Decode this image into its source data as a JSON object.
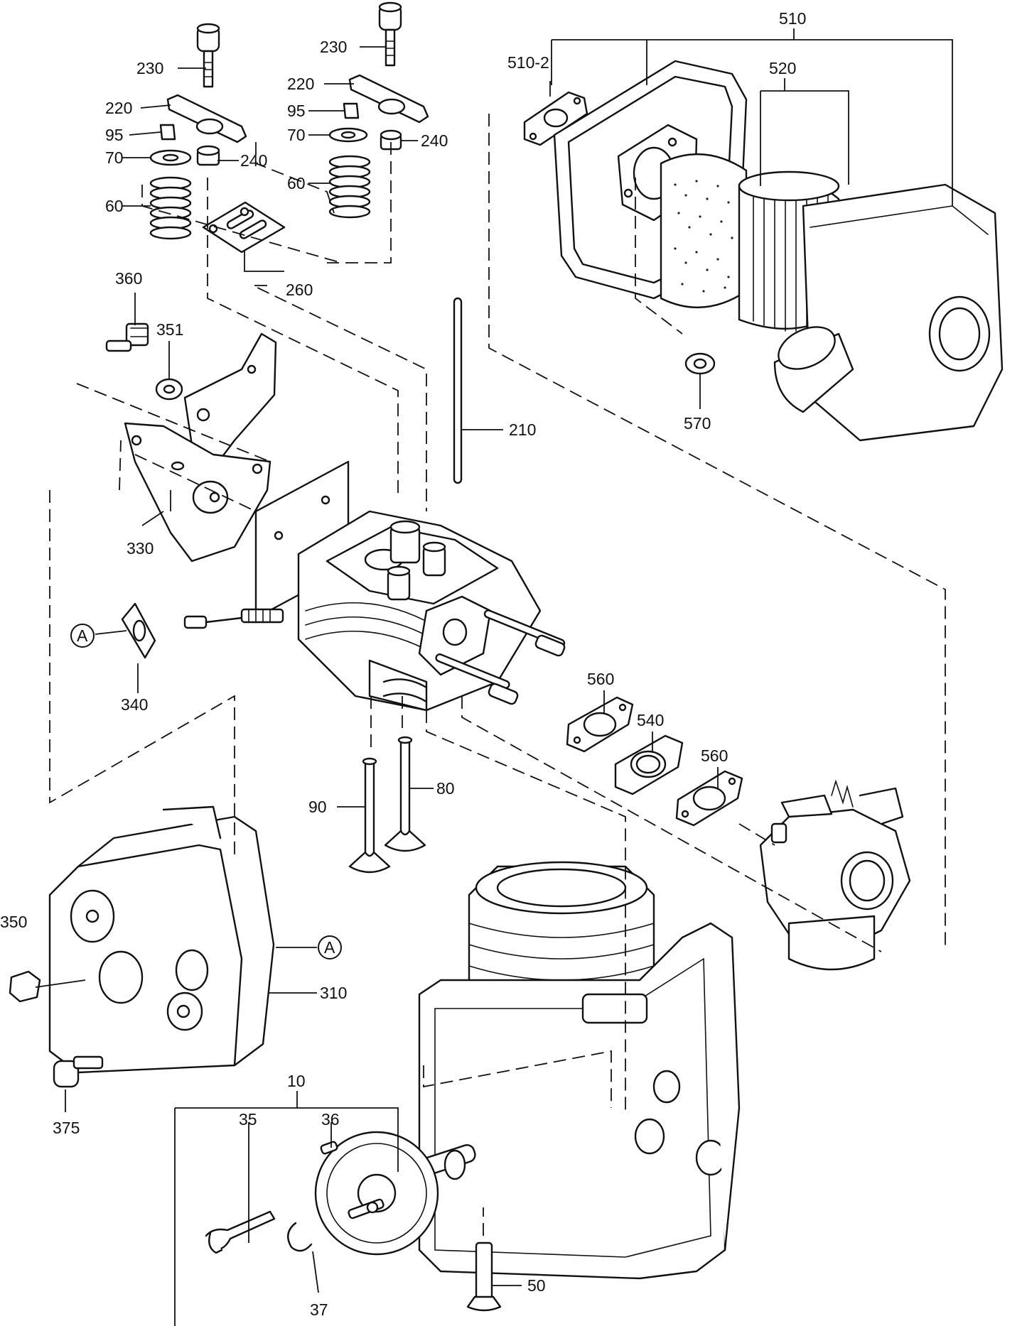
{
  "labels": {
    "p230a": "230",
    "p220a": "220",
    "p95a": "95",
    "p70a": "70",
    "p60a": "60",
    "p240a": "240",
    "p230b": "230",
    "p220b": "220",
    "p95b": "95",
    "p70b": "70",
    "p60b": "60",
    "p240b": "240",
    "p260": "260",
    "p360": "360",
    "p351": "351",
    "p330": "330",
    "p340": "340",
    "refA1": "A",
    "p210": "210",
    "p510": "510",
    "p510_2": "510-2",
    "p520": "520",
    "p570": "570",
    "p560a": "560",
    "p540": "540",
    "p560b": "560",
    "p90": "90",
    "p80": "80",
    "p350": "350",
    "refA2": "A",
    "p310": "310",
    "p375": "375",
    "p10": "10",
    "p35": "35",
    "p36": "36",
    "p37": "37",
    "p50": "50"
  }
}
